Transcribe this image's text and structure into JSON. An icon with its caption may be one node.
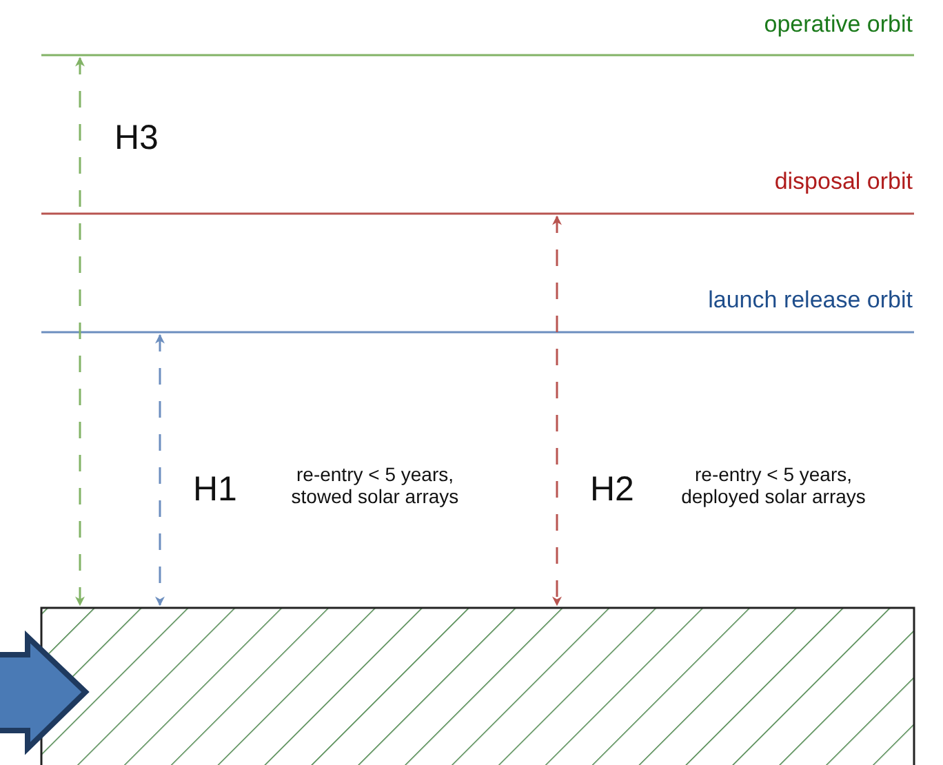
{
  "diagram": {
    "labels": [
      "operative orbit",
      "H3",
      "disposal orbit",
      "launch release orbit",
      "H1",
      "re-entry < 5 years, stowed solar arrays",
      "H2",
      "re-entry < 5 years, deployed solar arrays"
    ]
  }
}
